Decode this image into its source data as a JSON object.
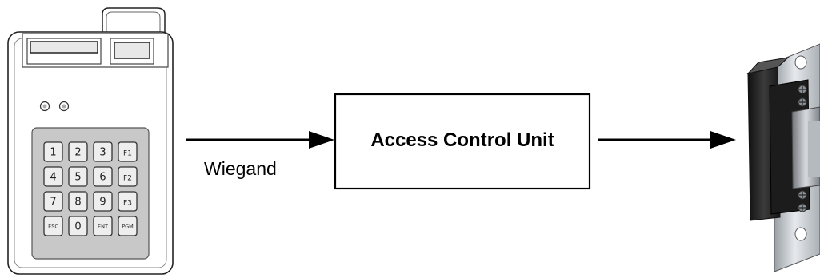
{
  "diagram": {
    "protocol_label": "Wiegand",
    "controller_label": "Access Control Unit",
    "keypad": {
      "keys": [
        [
          "1",
          "2",
          "3",
          "F1"
        ],
        [
          "4",
          "5",
          "6",
          "F2"
        ],
        [
          "7",
          "8",
          "9",
          "F3"
        ],
        [
          "ESC",
          "0",
          "ENT",
          "PGM"
        ]
      ]
    }
  },
  "colors": {
    "line": "#000000",
    "keypad_panel": "#c8c8c8",
    "key_face": "#eeeeee",
    "strike_body": "#2a2a2a",
    "strike_plate": "#c9cdd2"
  }
}
